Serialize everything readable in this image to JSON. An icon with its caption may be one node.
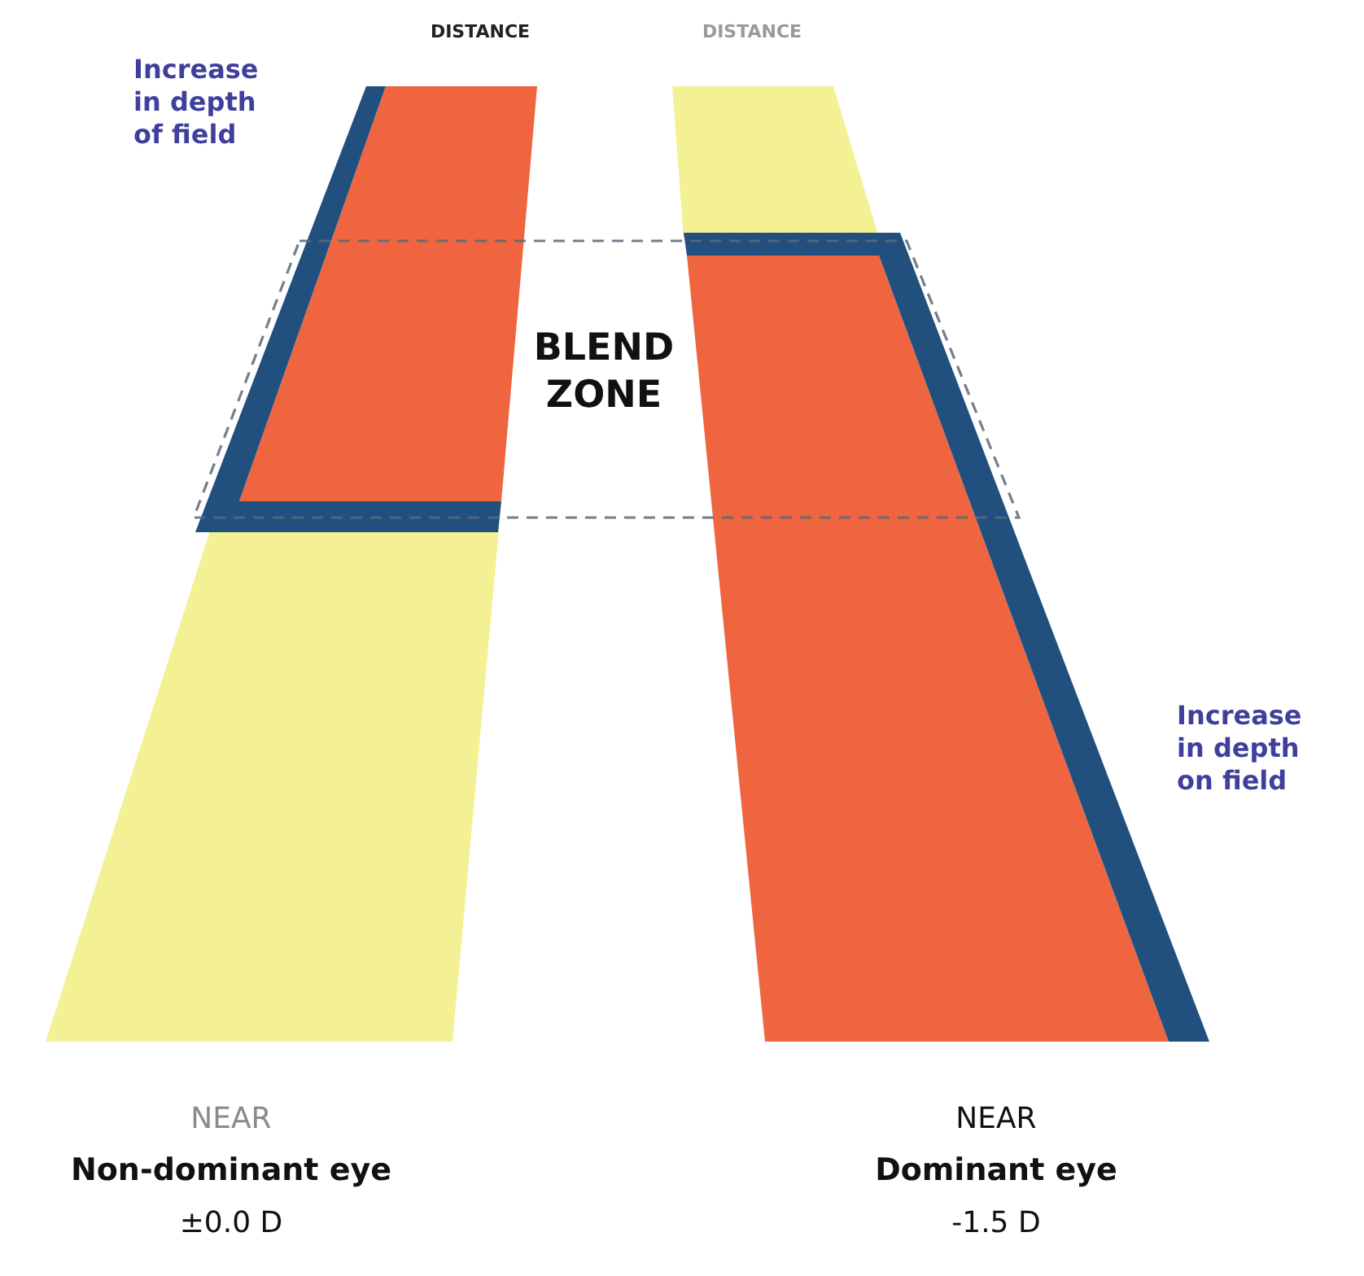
{
  "diagram": {
    "labels": [
      "DISTANCE",
      "DISTANCE",
      "Increase in depth of field",
      "BLEND ZONE",
      "Increase in depth on field",
      "NEAR",
      "Non-dominant eye",
      "±0.0 D",
      "NEAR",
      "Dominant eye",
      "-1.5 D"
    ]
  }
}
